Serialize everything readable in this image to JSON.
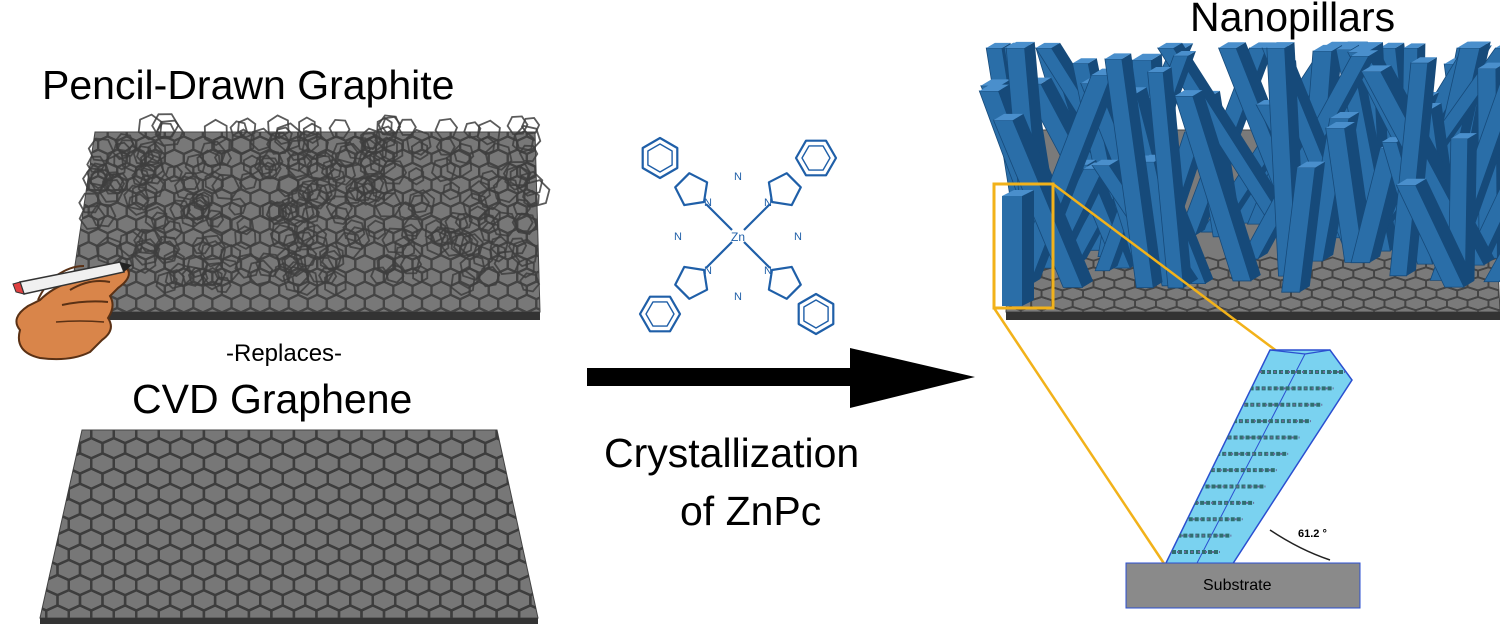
{
  "labels": {
    "graphite": "Pencil-Drawn Graphite",
    "replaces": "-Replaces-",
    "cvd": "CVD Graphene",
    "crystallization": "Crystallization",
    "of_znpc": "of ZnPc",
    "nanopillars": "Nanopillars",
    "angle": "61.2 °",
    "substrate": "Substrate"
  },
  "molecule": {
    "metal": "Zn",
    "nitrogen": "N"
  },
  "colors": {
    "sheet": "#777777",
    "sheet_edge": "#3a3a3a",
    "hex_line": "#3d3d3d",
    "pillar": "#2a6ea8",
    "pillar_dark": "#164a7a",
    "pillar_light": "#4a8fcc",
    "molecule": "#1f5fa8",
    "highlight": "#f2b21a",
    "crystal": "#7ad2f0",
    "substrate": "#8a8a8a",
    "skin": "#d9854a"
  },
  "icons": {
    "hand": "hand-holding-pencil-icon",
    "arrow": "right-arrow-icon"
  }
}
